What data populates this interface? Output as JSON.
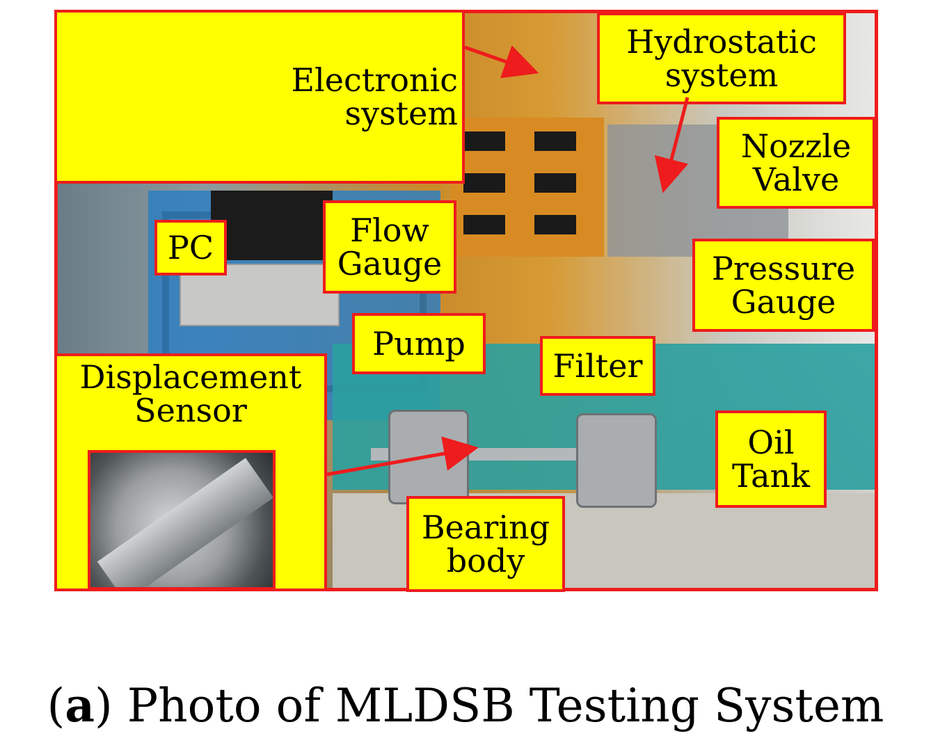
{
  "labels": {
    "electronic": [
      "Electronic",
      "system"
    ],
    "hydrostatic": [
      "Hydrostatic",
      "system"
    ],
    "nozzle": [
      "Nozzle",
      "Valve"
    ],
    "pc": [
      "PC"
    ],
    "flow": [
      "Flow",
      "Gauge"
    ],
    "pressure": [
      "Pressure",
      "Gauge"
    ],
    "pump": [
      "Pump"
    ],
    "filter": [
      "Filter"
    ],
    "displacement": [
      "Displacement",
      "Sensor"
    ],
    "oil": [
      "Oil",
      "Tank"
    ],
    "bearing": [
      "Bearing",
      "body"
    ]
  },
  "caption": {
    "open": "(",
    "letter": "a",
    "rest": ") Photo of MLDSB Testing System"
  },
  "colors": {
    "label_fill": "#ffff00",
    "border_red": "#ee1c1c",
    "arrow_red": "#ee1c1c"
  }
}
